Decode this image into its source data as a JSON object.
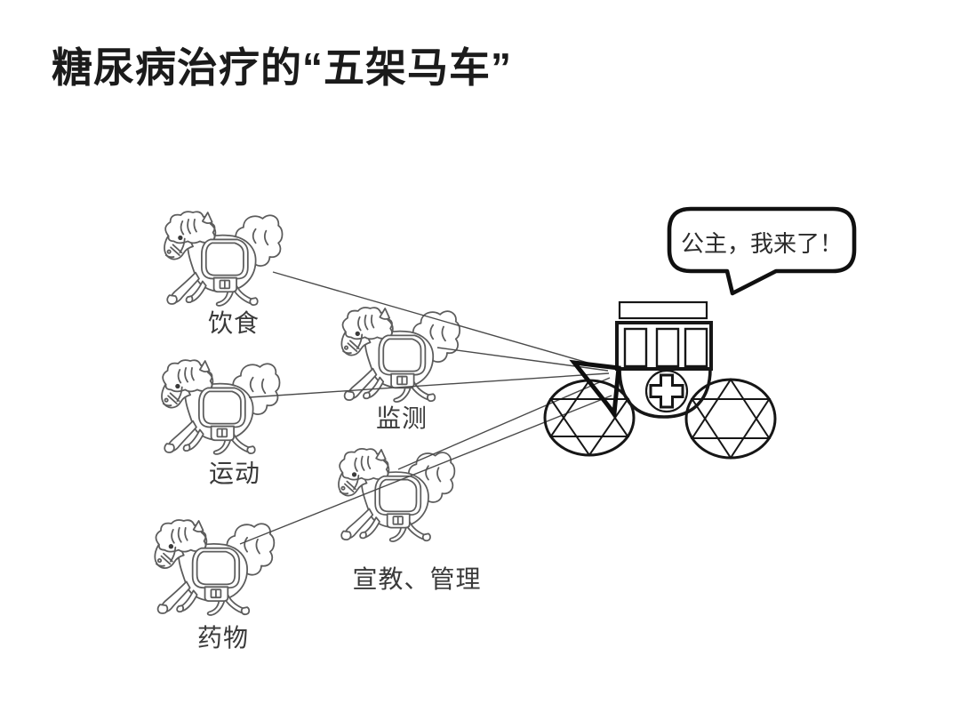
{
  "title": "糖尿病治疗的“五架马车”",
  "speech_bubble": {
    "text": "公主，我来了！"
  },
  "horses": [
    {
      "id": "diet",
      "label": "饮食"
    },
    {
      "id": "monitoring",
      "label": "监测"
    },
    {
      "id": "exercise",
      "label": "运动"
    },
    {
      "id": "education-management",
      "label": "宣教、管理"
    },
    {
      "id": "medication",
      "label": "药物"
    }
  ],
  "carriage": {
    "emblem_icon": "medical-cross-icon",
    "wheel_icon": "six-pointed-star-wheel-icon",
    "hitch_icon": "hitch-triangle-icon",
    "window_count": 3
  },
  "colors": {
    "background": "#ffffff",
    "ink": "#161616",
    "sketch_gray": "#5c5c5c",
    "rein_gray": "#4a4a4a",
    "label_text": "#3a3a3a",
    "title_text": "#1b1b1b"
  }
}
